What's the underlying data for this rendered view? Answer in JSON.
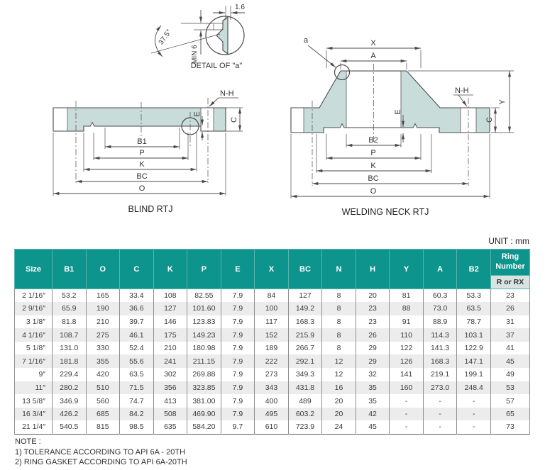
{
  "meta": {
    "unit_label": "UNIT : mm"
  },
  "detail": {
    "title": "DETAIL OF \"a\"",
    "width_dim": "1.6",
    "angle_dim": "37.5°",
    "depth_dim": "MIN 6"
  },
  "blind": {
    "title": "BLIND RTJ",
    "labels": {
      "nh": "N-H",
      "e": "E",
      "c": "C",
      "b1": "B1",
      "p": "P",
      "k": "K",
      "bc": "BC",
      "o": "O"
    }
  },
  "weldneck": {
    "title": "WELDING NECK RTJ",
    "labels": {
      "a_ref": "a",
      "x": "X",
      "a_dim": "A",
      "nh": "N-H",
      "y": "Y",
      "e": "E",
      "c": "C",
      "b2": "B2",
      "p": "P",
      "k": "K",
      "bc": "BC",
      "o": "O"
    }
  },
  "table": {
    "columns": [
      "Size",
      "B1",
      "O",
      "C",
      "K",
      "P",
      "E",
      "X",
      "BC",
      "N",
      "H",
      "Y",
      "A",
      "B2"
    ],
    "ring_header": "Ring Number",
    "ring_subheader": "R or RX",
    "rows": [
      [
        "2 1/16″",
        "53.2",
        "165",
        "33.4",
        "108",
        "82.55",
        "7.9",
        "84",
        "127",
        "8",
        "20",
        "81",
        "60.3",
        "53.3",
        "23"
      ],
      [
        "2 9/16″",
        "65.9",
        "190",
        "36.6",
        "127",
        "101.60",
        "7.9",
        "100",
        "149.2",
        "8",
        "23",
        "88",
        "73.0",
        "63.5",
        "26"
      ],
      [
        "3 1/8″",
        "81.8",
        "210",
        "39.7",
        "146",
        "123.83",
        "7.9",
        "117",
        "168.3",
        "8",
        "23",
        "91",
        "88.9",
        "78.7",
        "31"
      ],
      [
        "4 1/16″",
        "108.7",
        "275",
        "46.1",
        "175",
        "149.23",
        "7.9",
        "152",
        "215.9",
        "8",
        "26",
        "110",
        "114.3",
        "103.1",
        "37"
      ],
      [
        "5 1/8″",
        "131.0",
        "330",
        "52.4",
        "210",
        "180.98",
        "7.9",
        "189",
        "266.7",
        "8",
        "29",
        "122",
        "141.3",
        "122.9",
        "41"
      ],
      [
        "7 1/16″",
        "181.8",
        "355",
        "55.6",
        "241",
        "211.15",
        "7.9",
        "222",
        "292.1",
        "12",
        "29",
        "126",
        "168.3",
        "147.1",
        "45"
      ],
      [
        "9″",
        "229.4",
        "420",
        "63.5",
        "302",
        "269.88",
        "7.9",
        "273",
        "349.3",
        "12",
        "32",
        "141",
        "219.1",
        "199.1",
        "49"
      ],
      [
        "11″",
        "280.2",
        "510",
        "71.5",
        "356",
        "323.85",
        "7.9",
        "343",
        "431.8",
        "16",
        "35",
        "160",
        "273.0",
        "248.4",
        "53"
      ],
      [
        "13 5/8″",
        "346.9",
        "560",
        "74.7",
        "413",
        "381.00",
        "7.9",
        "400",
        "489",
        "20",
        "35",
        "-",
        "-",
        "-",
        "57"
      ],
      [
        "16 3/4″",
        "426.2",
        "685",
        "84.2",
        "508",
        "469.90",
        "7.9",
        "495",
        "603.2",
        "20",
        "42",
        "-",
        "-",
        "-",
        "65"
      ],
      [
        "21 1/4″",
        "540.5",
        "815",
        "98.5",
        "635",
        "584.20",
        "9.7",
        "610",
        "723.9",
        "24",
        "45",
        "-",
        "-",
        "-",
        "73"
      ]
    ]
  },
  "note": {
    "title": "NOTE :",
    "lines": [
      "1) TOLERANCE ACCORDING TO API 6A - 20TH",
      "2) RING GASKET ACCORDING TO API 6A-20TH"
    ]
  },
  "colors": {
    "header_bg": "#0d948c",
    "subheader_bg": "#d9e4e2",
    "row_alt": "#ececec",
    "drawing_fill": "#c8dcd9"
  }
}
